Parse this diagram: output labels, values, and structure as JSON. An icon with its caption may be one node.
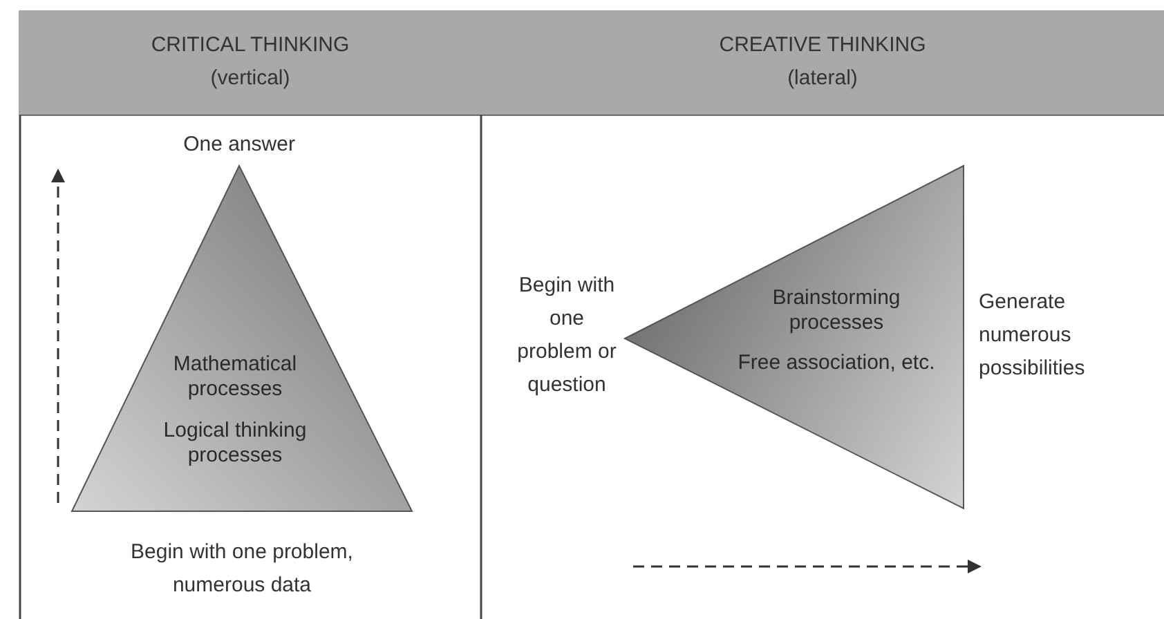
{
  "diagram": {
    "nodes": [
      {
        "text": [
          "CRITICAL THINKING",
          "(vertical)"
        ]
      },
      {
        "text": [
          "CREATIVE THINKING",
          "(lateral)"
        ]
      },
      {
        "text": [
          "Mathematical processes",
          "Logical thinking processes"
        ],
        "beside": [
          "One answer",
          "Begin with one problem, numerous data"
        ]
      },
      {
        "text": [
          "Brainstorming processes",
          "Free association, etc."
        ],
        "beside": [
          "Begin with one problem or question",
          "Generate numerous possibilities"
        ]
      }
    ]
  }
}
